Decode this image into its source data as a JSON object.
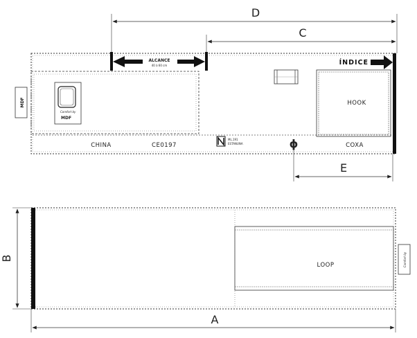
{
  "dimensions": {
    "a": "A",
    "b": "B",
    "c": "C",
    "d": "D",
    "e": "E"
  },
  "top_band": {
    "alcance_title": "ALCANCE",
    "alcance_range": "40 à 60 cm",
    "indice_label": "ÍNDICE",
    "hook_label": "HOOK",
    "china_label": "CHINA",
    "ce_mark": "CE0197",
    "coxa_label": "COXA",
    "diameter_symbol": "ϕ",
    "model_code": "ML.191",
    "model_name": "ESTANUNA"
  },
  "bottom_band": {
    "loop_label": "LOOP"
  },
  "logo": {
    "brand": "MDF",
    "script": "Comfort by"
  }
}
